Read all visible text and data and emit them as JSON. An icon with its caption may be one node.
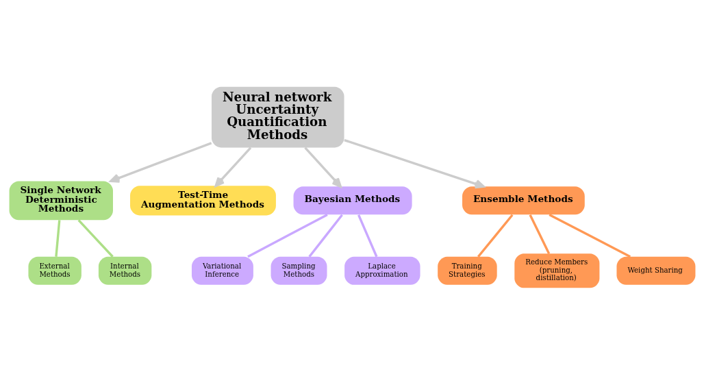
{
  "diagram": {
    "nodes": [
      {
        "text": [
          "Neural network Uncertainty Quantification Methods"
        ]
      },
      {
        "text": [
          "Single Network Deterministic Methods"
        ]
      },
      {
        "text": [
          "External Methods"
        ]
      },
      {
        "text": [
          "Internal Methods"
        ]
      },
      {
        "text": [
          "Test-Time Augmentation Methods"
        ]
      },
      {
        "text": [
          "Bayesian Methods"
        ]
      },
      {
        "text": [
          "Variational Inference"
        ]
      },
      {
        "text": [
          "Sampling Methods"
        ]
      },
      {
        "text": [
          "Laplace Approximation"
        ]
      },
      {
        "text": [
          "Ensemble Methods"
        ]
      },
      {
        "text": [
          "Training Strategies"
        ]
      },
      {
        "text": [
          "Reduce Members (pruning, distillation)"
        ]
      },
      {
        "text": [
          "Weight Sharing"
        ]
      }
    ],
    "edges": [
      {
        "from": 0,
        "to": 1,
        "arrow": "to"
      },
      {
        "from": 0,
        "to": 4,
        "arrow": "to"
      },
      {
        "from": 0,
        "to": 5,
        "arrow": "to"
      },
      {
        "from": 0,
        "to": 9,
        "arrow": "to"
      },
      {
        "from": 1,
        "to": 2,
        "arrow": "none",
        "color": "#addf87"
      },
      {
        "from": 1,
        "to": 3,
        "arrow": "none",
        "color": "#addf87"
      },
      {
        "from": 5,
        "to": 6,
        "arrow": "none",
        "color": "#c9a8ff"
      },
      {
        "from": 5,
        "to": 7,
        "arrow": "none",
        "color": "#c9a8ff"
      },
      {
        "from": 5,
        "to": 8,
        "arrow": "none",
        "color": "#c9a8ff"
      },
      {
        "from": 9,
        "to": 10,
        "arrow": "none",
        "color": "#ff9955"
      },
      {
        "from": 9,
        "to": 11,
        "arrow": "none",
        "color": "#ff9955"
      },
      {
        "from": 9,
        "to": 12,
        "arrow": "none",
        "color": "#ff9955"
      }
    ]
  }
}
